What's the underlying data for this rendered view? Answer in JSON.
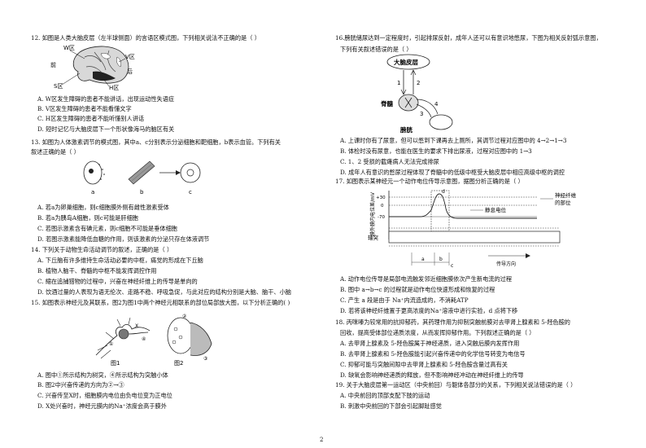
{
  "left": {
    "q12": {
      "stem": "12.  如图是人类大脑皮层（左半球侧面）的言语区模式图，下列相关说法不正确的是（      ）",
      "fig_labels": {
        "w": "W区",
        "v": "V区",
        "front": "前",
        "back": "后",
        "s": "S区",
        "h": "H区"
      },
      "options": [
        "A.  W区发生障碍的患者不能讲话，出现运动性失语症",
        "B.  V区发生障碍的患者不能看懂文字",
        "C.  H区发生障碍的患者不能听懂别人讲话",
        "D.  短时记忆与大脑皮层下一个形状像海马的脑区有关"
      ]
    },
    "q13": {
      "stem1": "13.  如图为人体激素调节的模式图，其中a、c分别表示分泌细胞和靶细胞，b表示血管。下列有关",
      "stem2": "叙述正确的是（      ）",
      "fig_labels": {
        "a": "a",
        "b": "b",
        "c": "c"
      },
      "options": [
        "A.  若a为卵巢细胞，则c细胞膜外侧有雌性激素受体",
        "B.  若a为胰岛A细胞，则c可能是肝细胞",
        "C.  若图示激素含有碘元素，则c细胞不可能是垂体细胞",
        "D.  若图示激素能降低血糖的作用，则该激素的分泌只存在体液调节"
      ]
    },
    "q14": {
      "stem": "14.  下列关于动物生命活动调节的叙述，正确的是（      ）",
      "options": [
        "A.  下丘脑有许多维持生命活动必要的中枢，痛觉的形成在下丘脑",
        "B.  植物人脑干、脊髓的中枢不能发挥调控作用",
        "C.  縮在追捕猎物的过程中，兴奋在神经纤维上的传导是单向的",
        "D.  饮酒过量的人表现为语无伦次、走路不稳、呼吸急促，与此对应的结构分别是大脑、脑干、小脑"
      ]
    },
    "q15": {
      "stem": "15.  如图表示神经元及其联系，图2为图1中两个神经元相联系的部位局部放大图，以下分析正确的(      )",
      "fig1": "图1",
      "fig2": "图2",
      "options": [
        "A.  图中①所示结构为树突，④所示结构为突触小体",
        "B.  图2中兴奋传递的方向为②→③",
        "C.  兴奋传至X时，细胞膜内电位由负电位变为正电位",
        "D.  X处兴奋时，神经元膜内的Na⁺浓度会高于膜外"
      ]
    }
  },
  "right": {
    "q16": {
      "stem1": "16.膀胱储尿达到一定程度时，引起排尿反射，成年人还可以有意识地憋尿，下图为相关反射弧示意图，",
      "stem2": "下列有关叙述错误的是（      ）",
      "fig_labels": {
        "cortex": "大脑皮层",
        "spine": "脊髓",
        "bladder": "膀胱",
        "n1": "1",
        "n2": "2",
        "n3": "3",
        "n4": "4"
      },
      "options": [
        "A.  上课时你有了尿意，但可以憋到下课再去上厕所，其调节过程对应图中的 4→2→1→3",
        "B.  体检时没有尿意，也能在医生的要求下排出尿液，过程对应图中的 1→3",
        "C.  1、2 受损的截瘫病人无法完成排尿",
        "D.  成年人有意识的憋尿过程体现了脊髓中的低级中枢受大脑皮层中相应高级中枢的调控"
      ]
    },
    "q17": {
      "stem": "17.  如图表示某神经元一个动作电位传导示意图，据图分析正确的是（      ）",
      "fig_labels": {
        "ylabel": "膜外膜内电位差/mV",
        "v1": "+30",
        "v2": "0",
        "v3": "-70",
        "fiber": "神经纤维",
        "part": "的部位",
        "rest": "静息电位",
        "axon": "轴突",
        "direction": "传导方向",
        "a": "a",
        "b": "b",
        "c": "c",
        "d": "d"
      },
      "options": [
        "A.  动作电位传导是局部电流触发邻近细胞膜依次产生新电流的过程",
        "B.  图中 a→b→c 的过程就是动作电位快速形成和恢复的过程",
        "C.  产生 a 段是由于 Na⁺内流造成的，不消耗ATP",
        "D.  若将该神经纤维置于更高浓度的Na⁺溶液中进行实验，d 点将下移"
      ]
    },
    "q18": {
      "stem1": "18.  丙咪嗪为较常用的抗抑郁药，其药理作用为抑制突触前膜对去甲肾上腺素和 5-羟色胺的",
      "stem2": "回收，提高受体部位递质浓度，从而发挥抑郁作用。下列叙述正确的是（      ）",
      "options": [
        "A.  去甲肾上腺素及 5-羟色胺属于神经递质，进入突触后膜内发挥作用",
        "B.  去甲肾上腺素和 5-羟色胺能引起兴奋传递中的化学信号转变为电信号",
        "C.  抑郁可能与突触间隙中去甲肾上腺素和 5-羟色胺含量过高有关",
        "D.  缺氧会影响神经递质的释放，但不影响神经冲动在神经纤维上的传导"
      ]
    },
    "q19": {
      "stem": "19.  关于大脑皮层第一运动区（中央前回）与躯体各部分的关系，下列相关说法错误的是（      ）",
      "options": [
        "A.  中央前回的顶部支配下肢的运动",
        "B.  刺激中央前回的下部会引起脚趾感觉"
      ]
    }
  },
  "page_number": "2"
}
